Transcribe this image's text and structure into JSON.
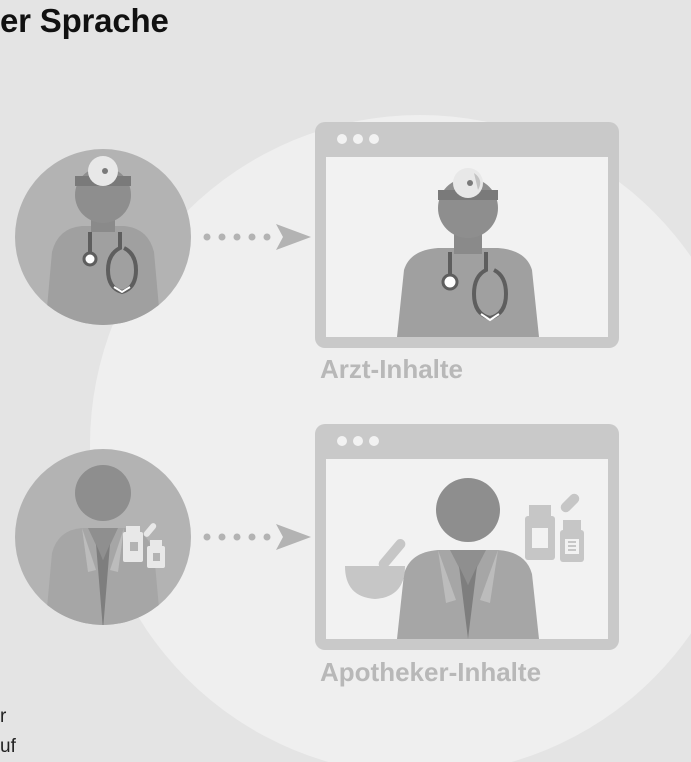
{
  "title": "er Sprache",
  "sections": [
    {
      "caption": "Arzt-Inhalte"
    },
    {
      "caption": "Apotheker-Inhalte"
    }
  ],
  "footer_fragments": [
    "r",
    "uf"
  ],
  "colors": {
    "background": "#e4e4e4",
    "big_circle": "#efefef",
    "avatar_circle": "#b3b3b3",
    "window_frame": "#c9c9c9",
    "window_screen": "#f2f2f2",
    "person_skin": "#9a9a9a",
    "person_coat": "#a6a6a6",
    "caption": "#b8b8b8"
  },
  "icons": [
    "doctor-avatar-icon",
    "pharmacist-avatar-icon",
    "arrow-right-icon",
    "browser-window-icon",
    "mortar-pestle-icon",
    "medicine-bottles-icon"
  ]
}
